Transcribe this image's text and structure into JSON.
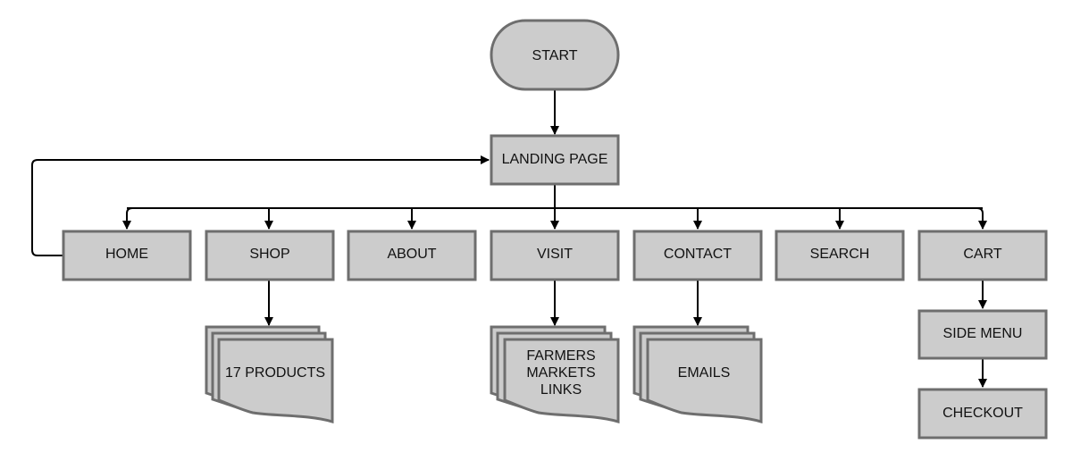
{
  "colors": {
    "node_fill": "#cccccc",
    "node_stroke": "#6e6e6e",
    "edge": "#000000"
  },
  "nodes": {
    "start": "START",
    "landing": "LANDING PAGE",
    "home": "HOME",
    "shop": "SHOP",
    "about": "ABOUT",
    "visit": "VISIT",
    "contact": "CONTACT",
    "search": "SEARCH",
    "cart": "CART",
    "products": "17 PRODUCTS",
    "farmers": [
      "FARMERS",
      "MARKETS",
      "LINKS"
    ],
    "emails": "EMAILS",
    "side_menu": "SIDE MENU",
    "checkout": "CHECKOUT"
  }
}
